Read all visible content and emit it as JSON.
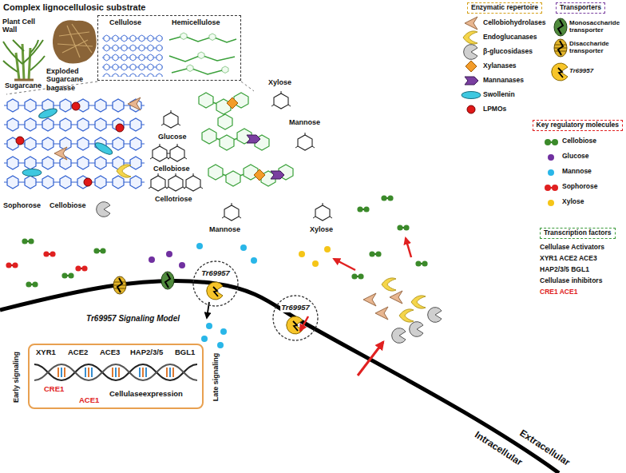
{
  "diagram": {
    "title": "Complex lignocellulosic substrate",
    "nodes": [
      {
        "text": [
          "Cellulose",
          "Hemicellulose"
        ]
      },
      {
        "text": [
          "Enzymatic repertoire"
        ]
      },
      {
        "text": [
          "Transporters"
        ]
      },
      {
        "text": [
          "Key regulatory molecules"
        ]
      },
      {
        "text": [
          "Transcription factors"
        ]
      },
      {
        "text": [
          "Tr69957"
        ]
      },
      {
        "text": [
          "Tr69957"
        ]
      },
      {
        "text": [
          "XYR1",
          "ACE2",
          "ACE3",
          "HAP2/3/5",
          "BGL1",
          "CRE1",
          "ACE1",
          "Cellulaseexpression"
        ]
      }
    ],
    "labels": [
      "Plant Cell Wall",
      "Sugarcane",
      "Exploded Sugarcane bagasse",
      "Glucose",
      "Cellobiose",
      "Cellotriose",
      "Xylose",
      "Mannose",
      "Sophorose",
      "Cellobiose",
      "Mannose",
      "Xylose",
      "Tr69957 Signaling Model",
      "Early signaling",
      "Late signaling",
      "Extracellular",
      "Intracellular",
      "Cellulase Activators",
      "XYR1 ACE2 ACE3",
      "HAP2/3/5 BGL1",
      "Cellulase inhibitors",
      "CRE1 ACE1"
    ],
    "legend": [
      {
        "text": "Cellobiohydrolases"
      },
      {
        "text": "Endoglucanases"
      },
      {
        "text": "β-glucosidases"
      },
      {
        "text": "Xylanases"
      },
      {
        "text": "Mannanases"
      },
      {
        "text": "Swollenin"
      },
      {
        "text": "LPMOs"
      },
      {
        "text": "Monosaccharide transporter"
      },
      {
        "text": "Disaccharide transporter"
      },
      {
        "text": "Tr69957"
      },
      {
        "text": "Cellobiose",
        "color": "#3b8a2a"
      },
      {
        "text": "Glucose",
        "color": "#7030a0"
      },
      {
        "text": "Mannose",
        "color": "#29b6e8"
      },
      {
        "text": "Sophorose",
        "color": "#e02020"
      },
      {
        "text": "Xylose",
        "color": "#f5c518"
      }
    ]
  }
}
